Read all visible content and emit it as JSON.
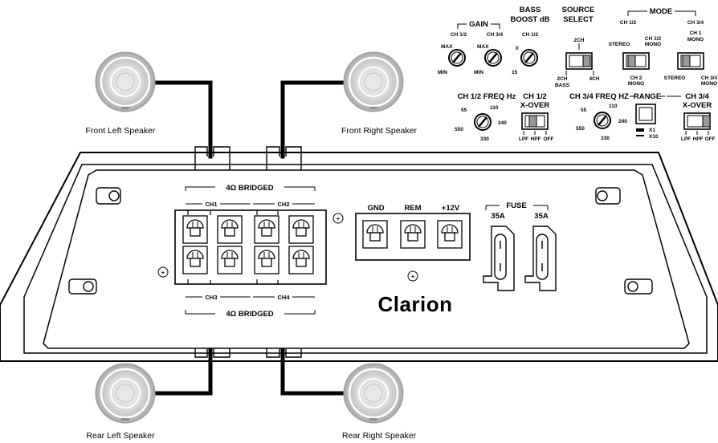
{
  "speakers": {
    "front_left": "Front Left Speaker",
    "front_right": "Front Right Speaker",
    "rear_left": "Rear Left Speaker",
    "rear_right": "Rear Right Speaker"
  },
  "controls": {
    "gain": {
      "title": "GAIN",
      "ch12": "CH 1/2",
      "ch34": "CH 3/4",
      "max": "MAX",
      "min": "MIN"
    },
    "bass_boost": {
      "title_line1": "BASS",
      "title_line2": "BOOST dB",
      "channel": "CH 1/2",
      "zero": "0",
      "fifteen": "15"
    },
    "source_select": {
      "title_line1": "SOURCE",
      "title_line2": "SELECT",
      "top": "2CH",
      "bottom_left_1": "2CH",
      "bottom_left_2": "BASS",
      "bottom_right": "4CH"
    },
    "mode": {
      "title": "MODE",
      "ch12": "CH 1/2",
      "ch34": "CH 3/4",
      "stereo": "STEREO",
      "ch12_mono_1": "CH 1/2",
      "ch12_mono_2": "MONO",
      "ch2_mono_1": "CH 2",
      "ch2_mono_2": "MONO",
      "ch1_mono_1": "CH 1",
      "ch1_mono_2": "MONO",
      "stereo2": "STEREO",
      "ch34_mono_1": "CH 3/4",
      "ch34_mono_2": "MONO"
    },
    "freq12": {
      "title": "CH 1/2 FREQ Hz",
      "v55": "55",
      "v110": "110",
      "v240": "240",
      "v330": "330",
      "v550": "550"
    },
    "xover12": {
      "title_line1": "CH 1/2",
      "title_line2": "X-OVER",
      "lpf": "LPF",
      "hpf": "HPF",
      "off": "OFF"
    },
    "freq34": {
      "title": "CH 3/4 FREQ HZ",
      "v55": "55",
      "v110": "110",
      "v240": "240",
      "v330": "330",
      "v550": "550"
    },
    "range": {
      "title": "RANGE",
      "x1": "X1",
      "x10": "X10"
    },
    "xover34": {
      "title_line1": "CH 3/4",
      "title_line2": "X-OVER",
      "lpf": "LPF",
      "hpf": "HPF",
      "off": "OFF"
    }
  },
  "amplifier": {
    "bridged_top": "4Ω BRIDGED",
    "bridged_bottom": "4Ω BRIDGED",
    "ch1": "CH1",
    "ch2": "CH2",
    "ch3": "CH3",
    "ch4": "CH4",
    "plus": "+",
    "gnd": "GND",
    "rem": "REM",
    "v12": "+12V",
    "fuse": "FUSE",
    "fuse1": "35A",
    "fuse2": "35A",
    "brand": "Clarion"
  }
}
